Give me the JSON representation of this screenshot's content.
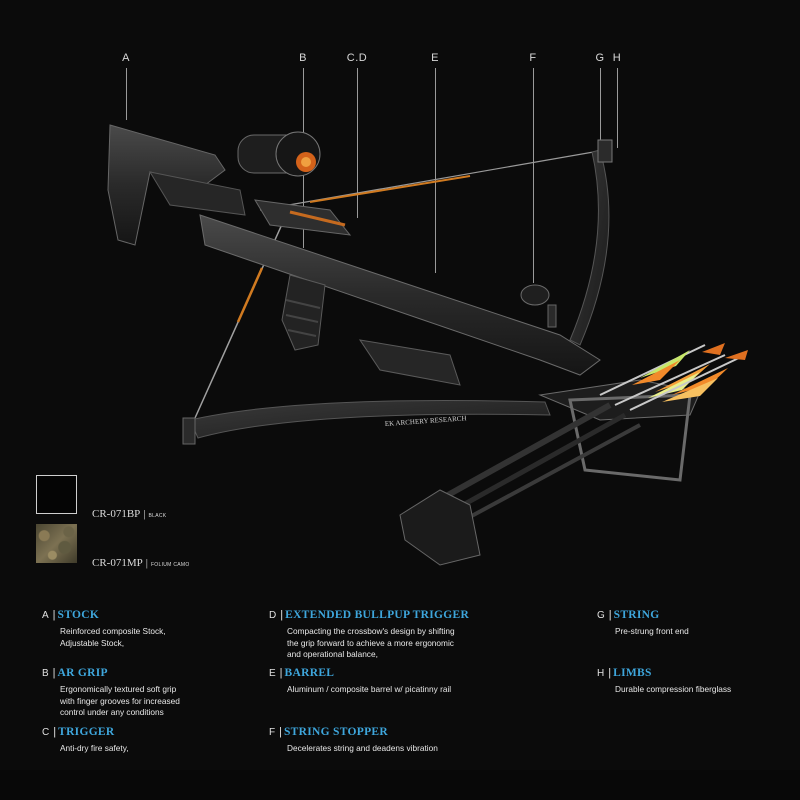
{
  "callouts": [
    "A",
    "B",
    "C.D",
    "E",
    "F",
    "G",
    "H"
  ],
  "colors": {
    "accent": "#3ea6dc",
    "background": "#0b0b0b",
    "text": "#e8e8e8"
  },
  "models": [
    {
      "code": "CR-071BP",
      "variant": "BLACK",
      "swatch": "black"
    },
    {
      "code": "CR-071MP",
      "variant": "FOLIUM CAMO",
      "swatch": "camo"
    }
  ],
  "brand_mark": "EK ARCHERY RESEARCH",
  "specs": [
    {
      "letter": "A",
      "title": "STOCK",
      "desc": "Reinforced composite Stock,\nAdjustable Stock,"
    },
    {
      "letter": "B",
      "title": "AR GRIP",
      "desc": "Ergonomically textured soft grip\nwith finger grooves for increased\ncontrol under any conditions"
    },
    {
      "letter": "C",
      "title": "TRIGGER",
      "desc": "Anti-dry fire safety,"
    },
    {
      "letter": "D",
      "title": "EXTENDED BULLPUP TRIGGER",
      "desc": "Compacting the crossbow's design by shifting\nthe grip forward to achieve a more ergonomic\nand operational balance,"
    },
    {
      "letter": "E",
      "title": "BARREL",
      "desc": "Aluminum / composite barrel w/ picatinny rail"
    },
    {
      "letter": "F",
      "title": "STRING STOPPER",
      "desc": "Decelerates string and deadens vibration"
    },
    {
      "letter": "G",
      "title": "STRING",
      "desc": "Pre-strung front end"
    },
    {
      "letter": "H",
      "title": "LIMBS",
      "desc": "Durable compression fiberglass"
    }
  ]
}
